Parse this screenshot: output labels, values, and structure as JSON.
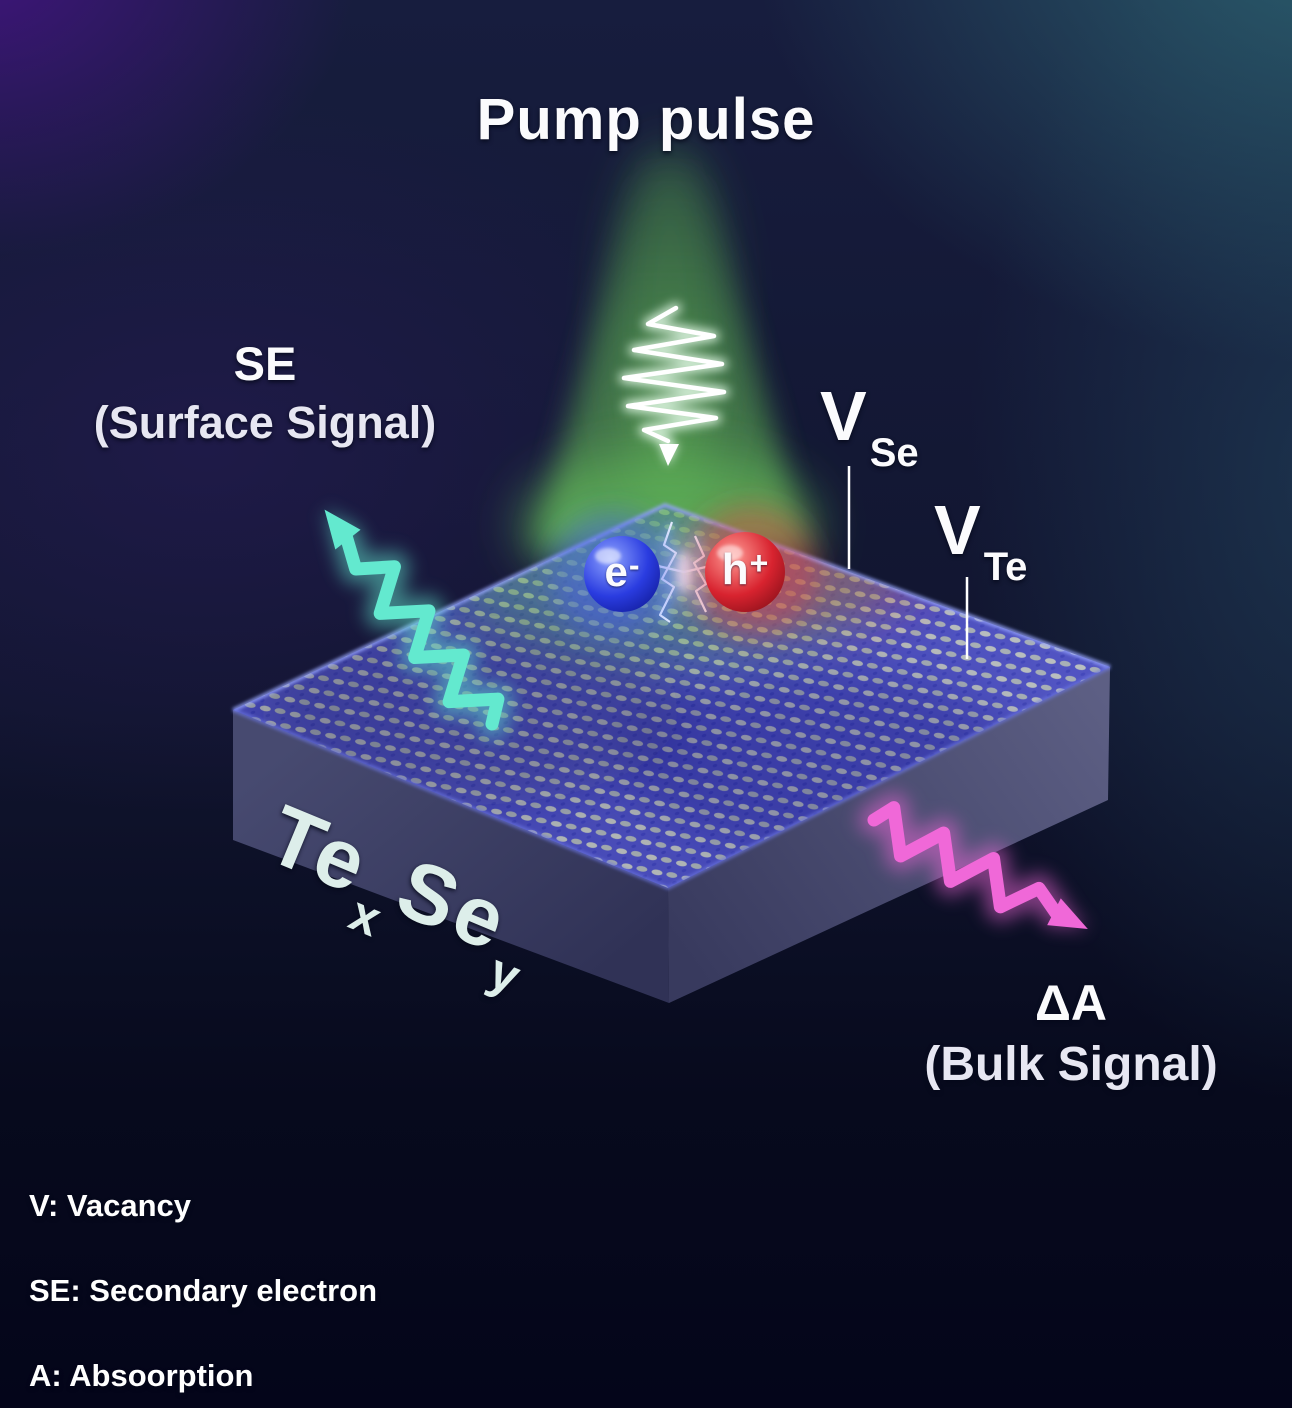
{
  "title": "Pump pulse",
  "surface_signal": {
    "abbr": "SE",
    "caption": "(Surface Signal)"
  },
  "bulk_signal": {
    "abbr": "ΔA",
    "caption": "(Bulk Signal)"
  },
  "vacancy_se": {
    "symbol": "V",
    "sub": "Se"
  },
  "vacancy_te": {
    "symbol": "V",
    "sub": "Te"
  },
  "electron": {
    "symbol": "e",
    "charge": "-"
  },
  "hole": {
    "symbol": "h",
    "charge": "+"
  },
  "sample": {
    "element1": "Te",
    "sub1": "x",
    "element2": "Se",
    "sub2": "y"
  },
  "legend": {
    "items": [
      {
        "text": "V: Vacancy"
      },
      {
        "text": "SE: Secondary electron"
      },
      {
        "text": "A: Absoorption"
      }
    ]
  },
  "colors": {
    "pump_beam_green": "#5aa85a",
    "surface_arrow_cyan": "#63e9cf",
    "bulk_arrow_pink": "#f068d8",
    "electron_blue": "#2438d8",
    "hole_red": "#c01f2b",
    "lattice_blue": "#4a4dbb",
    "lattice_dot": "#ccd2b8"
  }
}
